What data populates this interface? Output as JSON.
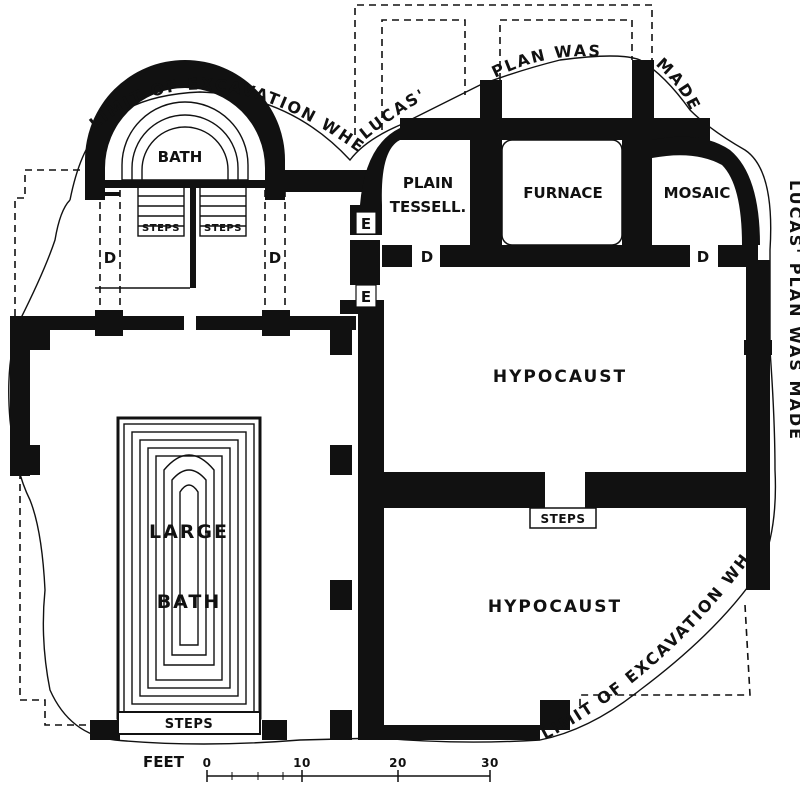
{
  "labels": {
    "bath_small": "BATH",
    "steps_left": "STEPS",
    "steps_right": "STEPS",
    "d_left": "D",
    "d_right": "D",
    "d_upper_left": "D",
    "d_upper_right": "D",
    "e_upper": "E",
    "e_lower": "E",
    "plain_line1": "PLAIN",
    "plain_line2": "TESSELL.",
    "furnace": "FURNACE",
    "mosaic": "MOSAIC",
    "hypocaust_upper": "HYPOCAUST",
    "hypocaust_lower": "HYPOCAUST",
    "steps_middle": "STEPS",
    "large_bath_line1": "LARGE",
    "large_bath_line2": "BATH",
    "steps_bottom": "STEPS"
  },
  "boundary_notes": {
    "top_part1": "LIMIT OF EXCAVATION WHEN",
    "top_part2": "LUCAS'",
    "top_part3": "PLAN WAS",
    "top_part4": "MADE",
    "right": "LUCAS' PLAN WAS MADE",
    "bottom": "LIMIT OF EXCAVATION WHEN"
  },
  "scale": {
    "label": "FEET",
    "ticks": [
      "0",
      "10",
      "20",
      "30"
    ]
  }
}
